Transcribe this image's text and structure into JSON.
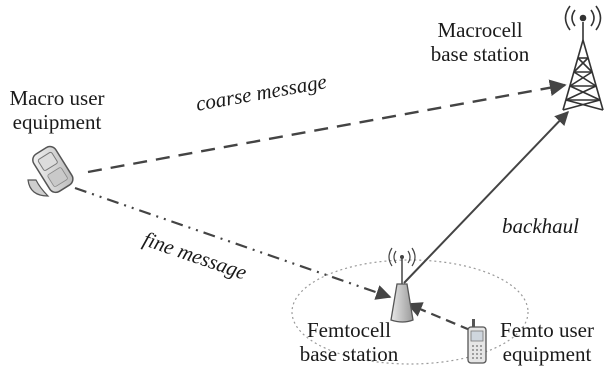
{
  "labels": {
    "macro_ue_line1": "Macro user",
    "macro_ue_line2": "equipment",
    "macrocell_line1": "Macrocell",
    "macrocell_line2": "base station",
    "coarse": "coarse message",
    "fine": "fine message",
    "backhaul": "backhaul",
    "femtocell_line1": "Femtocell",
    "femtocell_line2": "base station",
    "femto_ue_line1": "Femto user",
    "femto_ue_line2": "equipment"
  },
  "icons": {
    "macro_phone": "flip-phone-icon",
    "macro_tower": "cell-tower-icon",
    "femto_bs": "femto-base-station-icon",
    "femto_phone": "mobile-phone-icon"
  },
  "colors": {
    "line": "#444444",
    "ellipse": "#9a9a9a",
    "text": "#1a1a1a"
  }
}
